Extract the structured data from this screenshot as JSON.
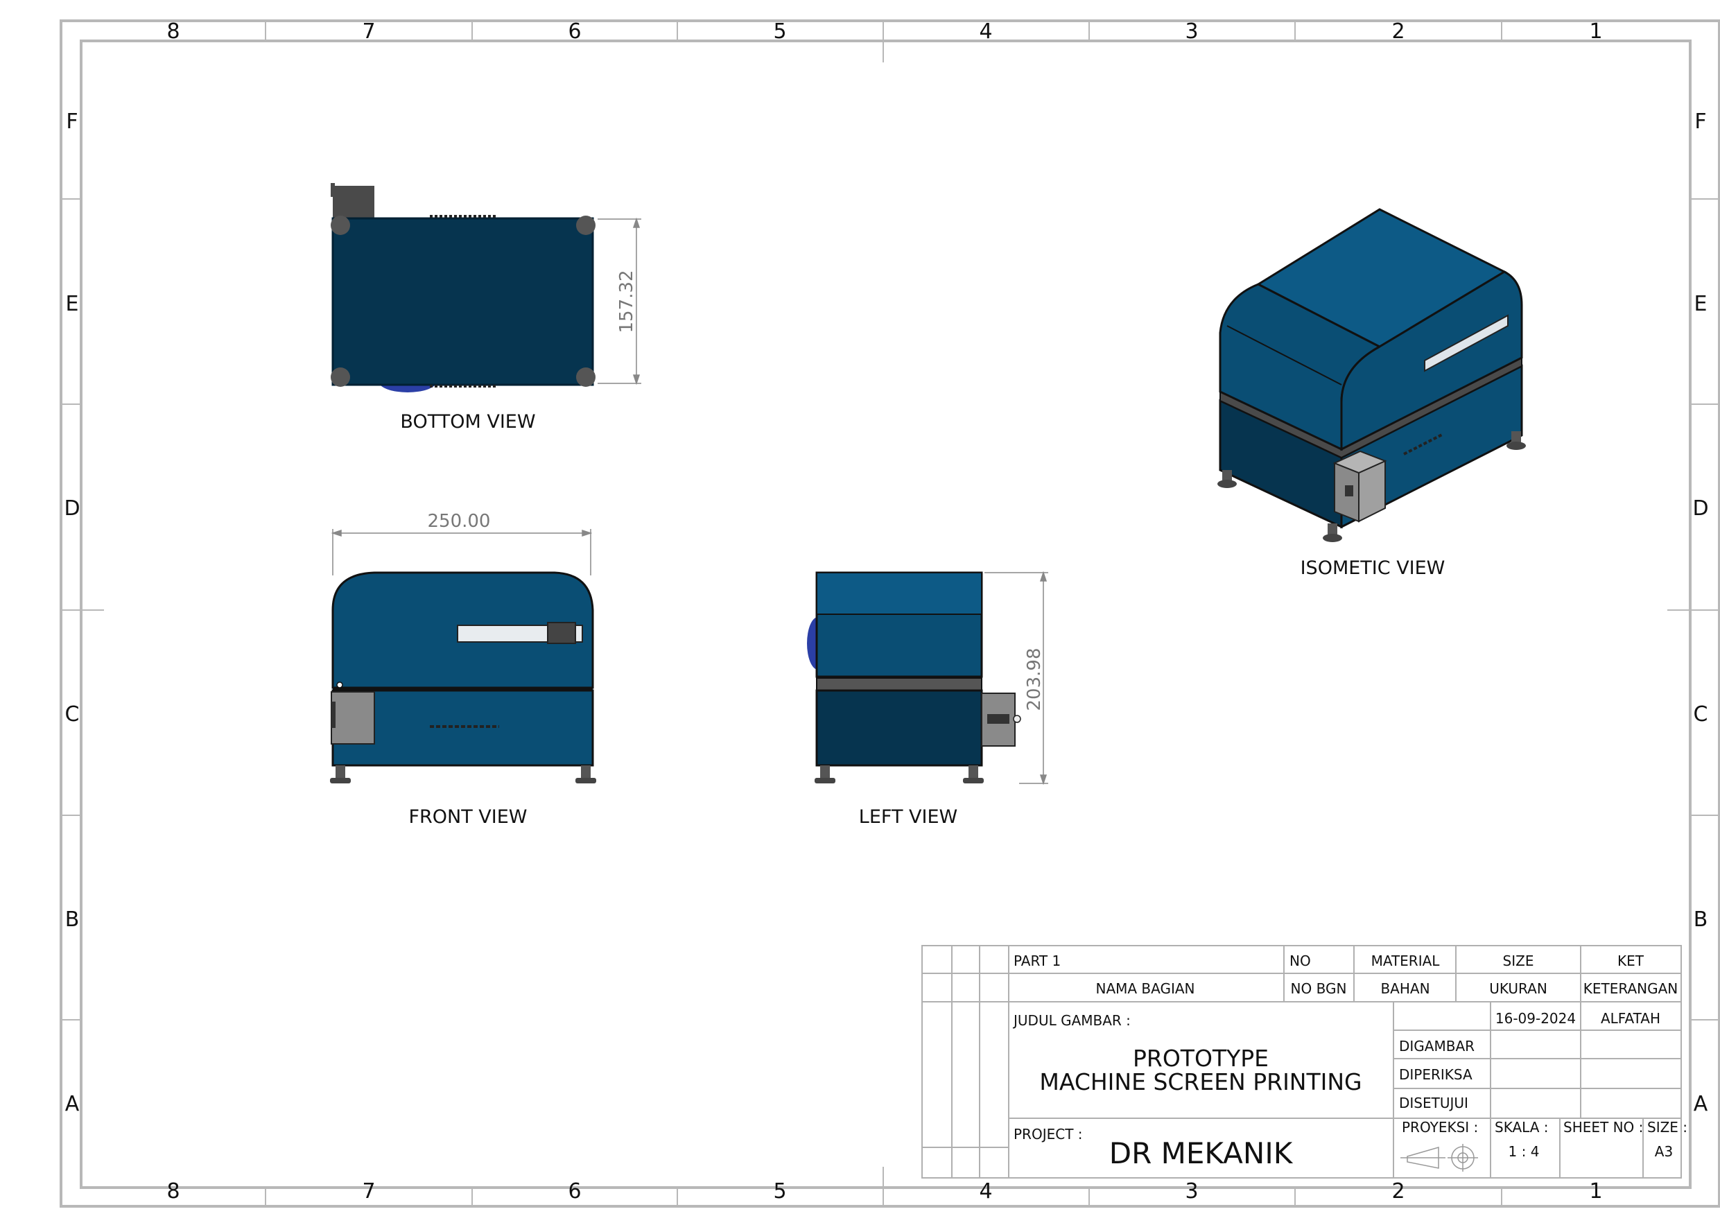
{
  "zones": {
    "columns": [
      "8",
      "7",
      "6",
      "5",
      "4",
      "3",
      "2",
      "1"
    ],
    "rows": [
      "F",
      "E",
      "D",
      "C",
      "B",
      "A"
    ]
  },
  "views": {
    "bottom": "BOTTOM VIEW",
    "front": "FRONT VIEW",
    "left": "LEFT VIEW",
    "isometric": "ISOMETIC VIEW"
  },
  "dimensions": {
    "bottom_depth": "157.32",
    "front_width": "250.00",
    "left_height": "203.98"
  },
  "title_block": {
    "row1": {
      "part": "PART 1",
      "no": "NO",
      "material": "MATERIAL",
      "size": "SIZE",
      "ket": "KET"
    },
    "row2": {
      "nama_bagian": "NAMA BAGIAN",
      "no_bgn": "NO BGN",
      "bahan": "BAHAN",
      "ukuran": "UKURAN",
      "keterangan": "KETERANGAN"
    },
    "judul_label": "JUDUL GAMBAR :",
    "title_line1": "PROTOTYPE",
    "title_line2": "MACHINE SCREEN PRINTING",
    "date": "16-09-2024",
    "author": "ALFATAH",
    "digambar": "DIGAMBAR",
    "diperiksa": "DIPERIKSA",
    "disetujui": "DISETUJUI",
    "project_label": "PROJECT :",
    "project_name": "DR MEKANIK",
    "proyeksi_label": "PROYEKSI :",
    "skala_label": "SKALA :",
    "skala_value": "1 : 4",
    "sheet_no_label": "SHEET NO :",
    "size_label": "SIZE :",
    "size_value": "A3"
  },
  "colors": {
    "machine_blue": "#0a4e74",
    "machine_dark": "#06344f",
    "box_gray": "#8a8a8a",
    "frame": "#b8b8b8"
  }
}
